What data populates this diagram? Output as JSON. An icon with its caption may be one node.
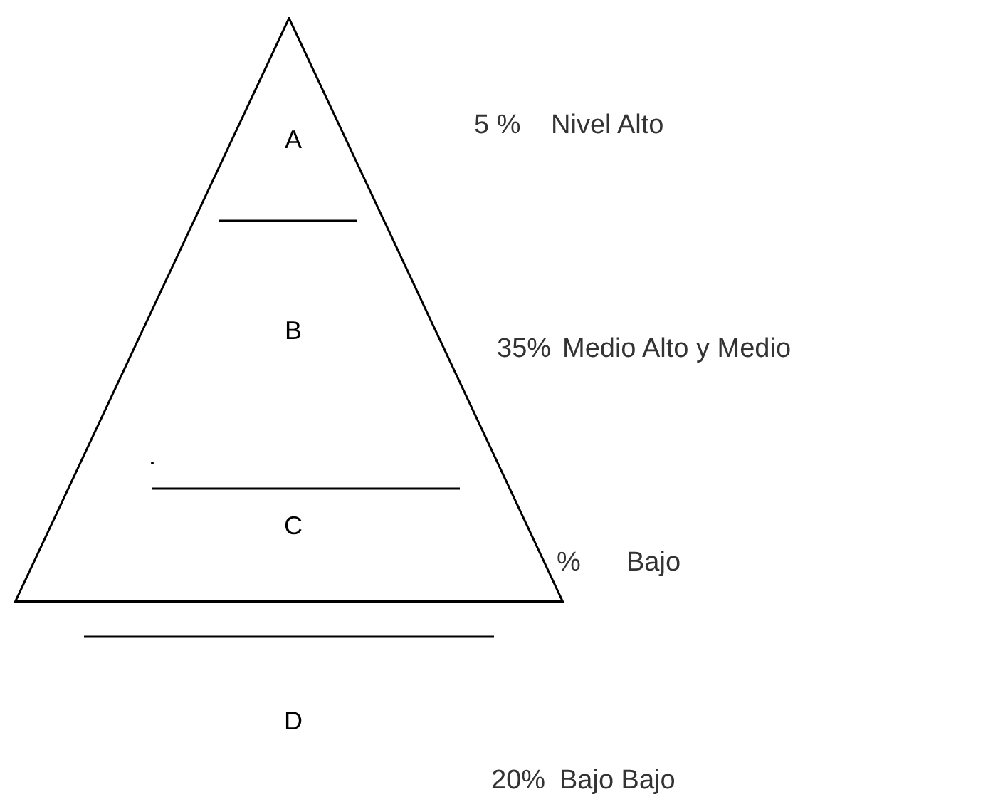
{
  "diagram": {
    "nodes": [
      {
        "text": [
          "A",
          "B",
          "C"
        ]
      }
    ],
    "labels": [
      "5 %",
      "Nivel Alto",
      "35%",
      "Medio Alto y Medio",
      "%",
      "Bajo",
      "D",
      "20%",
      "Bajo Bajo"
    ]
  }
}
